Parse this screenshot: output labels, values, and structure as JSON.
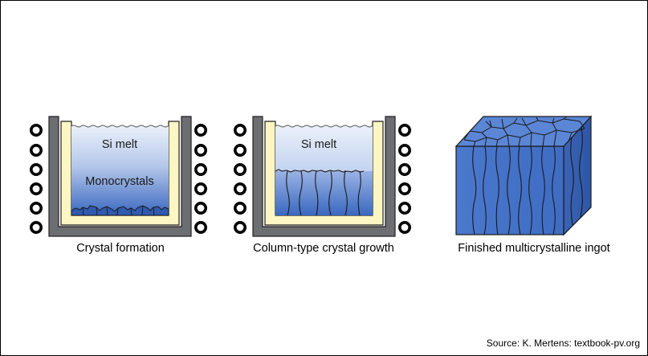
{
  "panels": [
    {
      "caption": "Crystal formation",
      "melt_label": "Si melt",
      "crystal_label": "Monocrystals"
    },
    {
      "caption": "Column-type crystal growth",
      "melt_label": "Si melt"
    },
    {
      "caption": "Finished multicrystalline ingot"
    }
  ],
  "source": "Source: K. Mertens: textbook-pv.org",
  "colors": {
    "crucible": "#6d6e71",
    "crucible_edge": "#231f20",
    "liner": "#fbf6c3",
    "melt_top": "#e6ecf8",
    "melt_bottom": "#2f5fbf",
    "crystal": "#3563b8",
    "coil": "#000000"
  }
}
